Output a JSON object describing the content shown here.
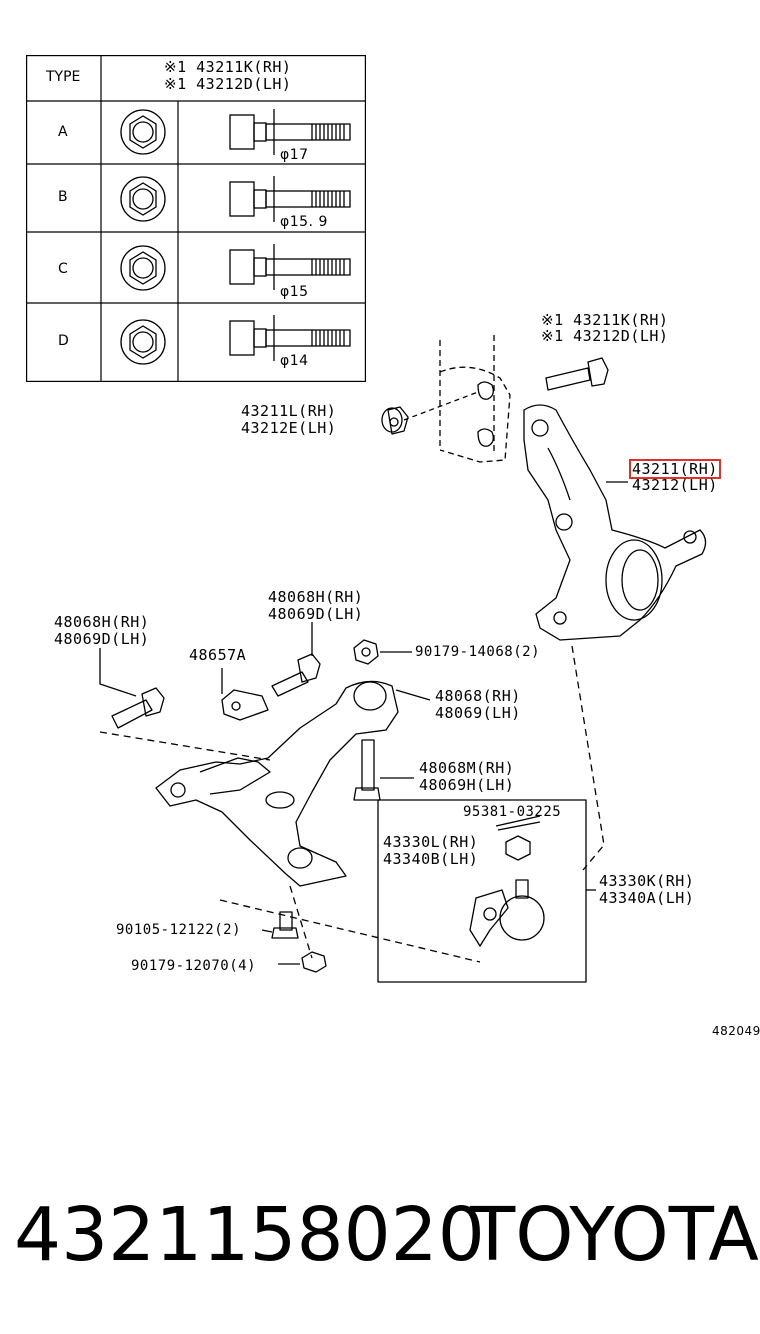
{
  "table": {
    "header_type": "TYPE",
    "header_part_rh": "※1 43211K(RH)",
    "header_part_lh": "※1 43212D(LH)",
    "rows": [
      {
        "type": "A",
        "dim": "φ17"
      },
      {
        "type": "B",
        "dim": "φ15. 9"
      },
      {
        "type": "C",
        "dim": "φ15"
      },
      {
        "type": "D",
        "dim": "φ14"
      }
    ]
  },
  "callouts": {
    "bolt_top_rh": "※1 43211K(RH)",
    "bolt_top_lh": "※1 43212D(LH)",
    "nut_rh": "43211L(RH)",
    "nut_lh": "43212E(LH)",
    "knuckle_rh": "43211(RH)",
    "knuckle_lh": "43212(LH)",
    "bolt_left_rh": "48068H(RH)",
    "bolt_left_lh": "48069D(LH)",
    "bolt_mid_rh": "48068H(RH)",
    "bolt_mid_lh": "48069D(LH)",
    "bracket": "48657A",
    "nut_90179_14068": "90179-14068(2)",
    "arm_rh": "48068(RH)",
    "arm_lh": "48069(LH)",
    "stud_rh": "48068M(RH)",
    "stud_lh": "48069H(LH)",
    "pin": "95381-03225",
    "balljoint_nut_rh": "43330L(RH)",
    "balljoint_nut_lh": "43340B(LH)",
    "balljoint_rh": "43330K(RH)",
    "balljoint_lh": "43340A(LH)",
    "bolt_90105": "90105-12122(2)",
    "nut_90179_12070": "90179-12070(4)",
    "diagram_id": "482049"
  },
  "footer": {
    "part_number": "4321158020",
    "brand": "TOYOTA"
  },
  "highlight_color": "#e0302a"
}
